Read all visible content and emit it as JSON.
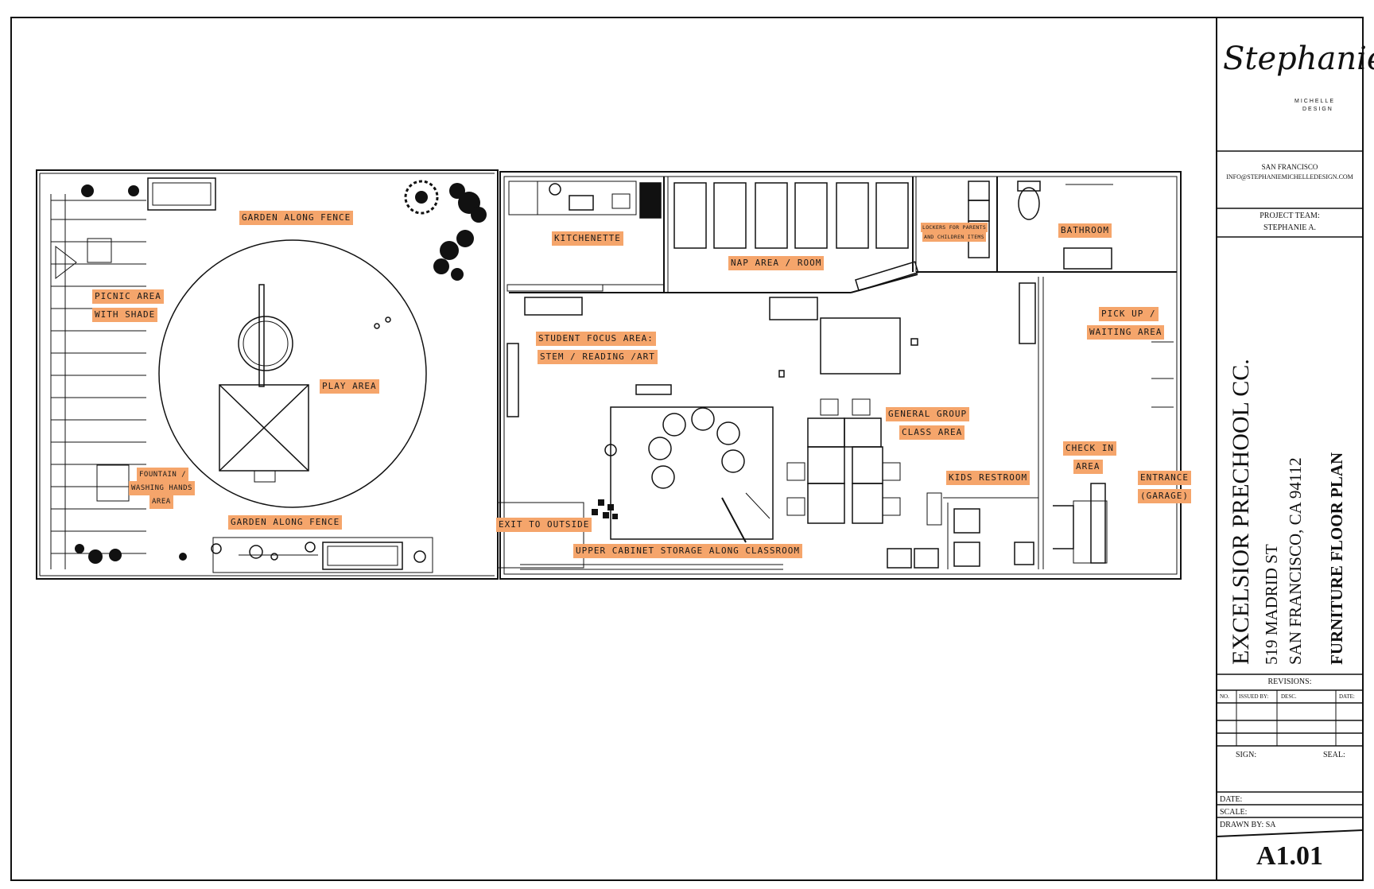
{
  "labels": {
    "garden_top": "GARDEN ALONG FENCE",
    "picnic_1": "PICNIC AREA",
    "picnic_2": "WITH SHADE",
    "play_area": "PLAY AREA",
    "fountain_1": "FOUNTAIN /",
    "fountain_2": "WASHING HANDS",
    "fountain_3": "AREA",
    "garden_bottom": "GARDEN ALONG FENCE",
    "kitchenette": "KITCHENETTE",
    "nap_area": "NAP AREA / ROOM",
    "lockers_1": "LOCKERS FOR PARENTS",
    "lockers_2": "AND CHILDREN ITEMS",
    "bathroom": "BATHROOM",
    "pickup_1": "PICK UP /",
    "pickup_2": "WAITING AREA",
    "student_1": "STUDENT FOCUS AREA:",
    "student_2": "STEM / READING /ART",
    "general_1": "GENERAL GROUP",
    "general_2": "CLASS AREA",
    "kids_restroom": "KIDS RESTROOM",
    "checkin_1": "CHECK IN",
    "checkin_2": "AREA",
    "entrance_1": "ENTRANCE",
    "entrance_2": "(GARAGE)",
    "exit": "EXIT TO OUTSIDE",
    "upper_cabinet": "UPPER CABINET STORAGE ALONG CLASSROOM"
  },
  "title_block": {
    "logo_script": "Stephanie",
    "logo_sub_1": "MICHELLE",
    "logo_sub_2": "DESIGN",
    "city": "SAN FRANCISCO",
    "email": "INFO@STEPHANIEMICHELLEDESIGN.COM",
    "project_team_label": "PROJECT TEAM:",
    "project_team_name": "STEPHANIE A.",
    "project_name": "EXCELSIOR PRECHOOL CC.",
    "address_1": "519 MADRID ST",
    "address_2": "SAN FRANCISCO, CA 94112",
    "sheet_title": "FURNITURE FLOOR PLAN",
    "revisions_label": "REVISIONS:",
    "col_no": "NO.",
    "col_issued": "ISSUED BY:",
    "col_desc": "DESC.",
    "col_date": "DATE:",
    "sign_label": "SIGN:",
    "seal_label": "SEAL:",
    "date_label": "DATE:",
    "scale_label": "SCALE:",
    "drawn_by": "DRAWN BY: SA",
    "sheet_number": "A1.01"
  }
}
